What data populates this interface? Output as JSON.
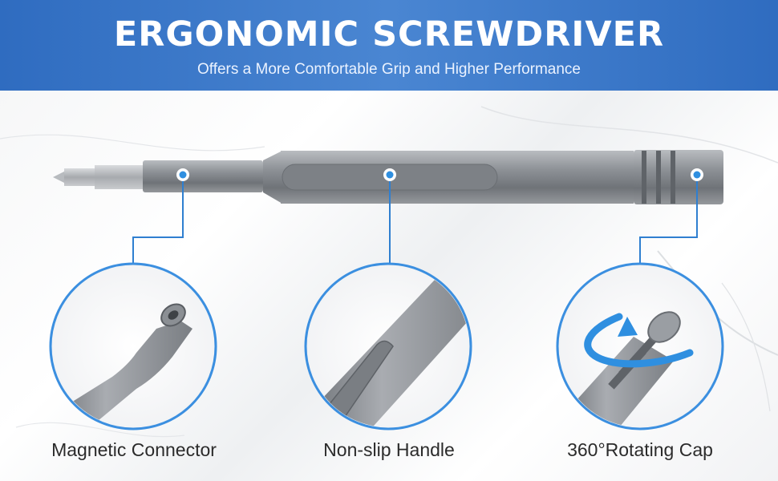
{
  "header": {
    "title": "ERGONOMIC SCREWDRIVER",
    "subtitle": "Offers a More Comfortable Grip and Higher Performance"
  },
  "features": [
    {
      "label": "Magnetic Connector",
      "icon": "magnetic-connector-closeup"
    },
    {
      "label": "Non-slip Handle",
      "icon": "non-slip-handle-closeup"
    },
    {
      "label": "360°Rotating Cap",
      "icon": "rotating-cap-closeup"
    }
  ],
  "colors": {
    "banner": "#3a78c8",
    "accent": "#2f8fe0",
    "metal": "#8c9096"
  }
}
